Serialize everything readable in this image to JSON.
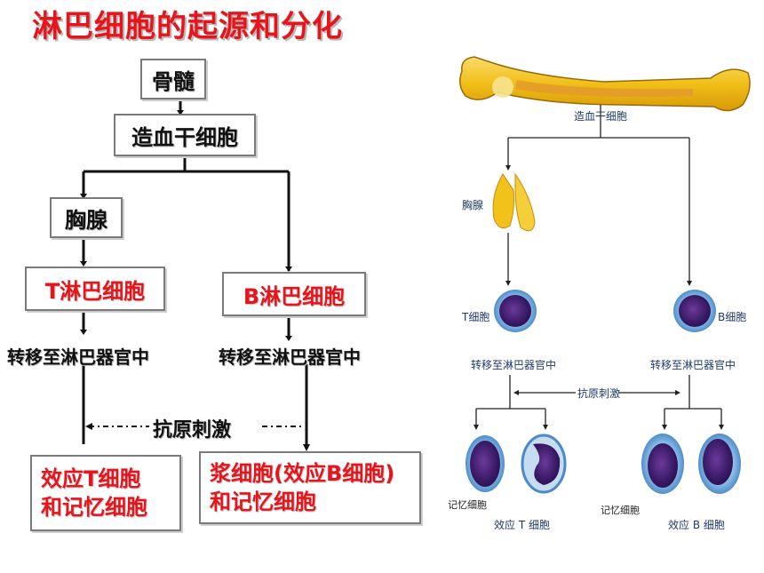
{
  "title": "淋巴细胞的起源和分化",
  "left": {
    "bone_marrow": "骨髓",
    "hsc": "造血干细胞",
    "thymus": "胸腺",
    "t_cell": "T淋巴细胞",
    "b_cell": "B淋巴细胞",
    "migrate_t": "转移至淋巴器官中",
    "migrate_b": "转移至淋巴器官中",
    "antigen": "抗原刺激",
    "effector_t_line1": "效应T细胞",
    "effector_t_line2": "和记忆细胞",
    "plasma_line1": "浆细胞(效应B细胞)",
    "plasma_line2": "和记忆细胞"
  },
  "right": {
    "hsc": "造血干细胞",
    "thymus": "胸腺",
    "t_cell": "T细胞",
    "b_cell": "B细胞",
    "migrate_t": "转移至淋巴器官中",
    "migrate_b": "转移至淋巴器官中",
    "antigen": "抗原刺激",
    "memory_left": "记忆细胞",
    "effector_t": "效应 T 细胞",
    "memory_right": "记忆细胞",
    "effector_b": "效应 B 细胞"
  },
  "colors": {
    "title_red": "#e8141b",
    "bone_yellow": "#f2c21a",
    "cell_purple": "#4a2a7a",
    "cell_blue": "#5aa0d8"
  }
}
